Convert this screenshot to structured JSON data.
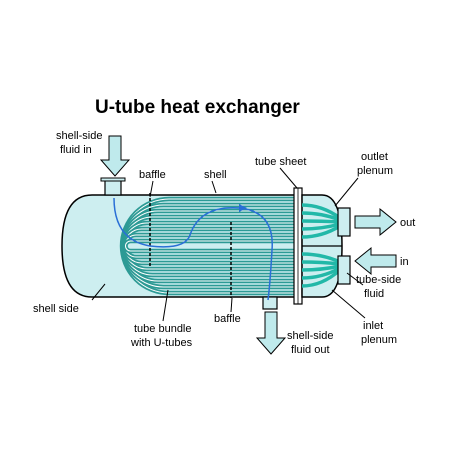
{
  "title": "U-tube heat exchanger",
  "labels": {
    "shell_side_fluid_in_1": "shell-side",
    "shell_side_fluid_in_2": "fluid in",
    "baffle_top": "baffle",
    "shell": "shell",
    "tube_sheet": "tube sheet",
    "outlet_plenum_1": "outlet",
    "outlet_plenum_2": "plenum",
    "out": "out",
    "in": "in",
    "tube_side_fluid_1": "tube-side",
    "tube_side_fluid_2": "fluid",
    "shell_side": "shell side",
    "tube_bundle_1": "tube bundle",
    "tube_bundle_2": "with U-tubes",
    "baffle_bottom": "baffle",
    "shell_side_fluid_out_1": "shell-side",
    "shell_side_fluid_out_2": "fluid out",
    "inlet_plenum_1": "inlet",
    "inlet_plenum_2": "plenum"
  },
  "colors": {
    "shell_fill": "#cdeef0",
    "tube_fill": "#2d9a95",
    "tube_stroke": "#ffffff",
    "plenum_fill": "#22b8a8",
    "arrow_fill": "#bfeaec",
    "flow_arrow": "#2a6fd6",
    "outline": "#000000"
  }
}
